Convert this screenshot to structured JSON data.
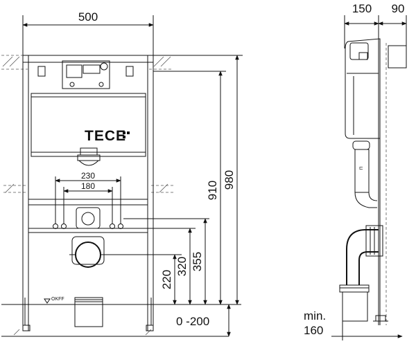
{
  "brand": {
    "logo_text": "TECE"
  },
  "labels": {
    "okff": "OKFF",
    "flush_symbol": "⊓"
  },
  "dimensions": {
    "frame_width": "500",
    "depth_top_left": "150",
    "depth_top_right": "90",
    "inlet_spacing_outer": "230",
    "inlet_spacing_inner": "180",
    "height_980": "980",
    "height_910": "910",
    "height_355": "355",
    "height_320": "320",
    "height_220": "220",
    "foot_adjust": "0 -200",
    "min_label": "min.",
    "min_value": "160"
  }
}
